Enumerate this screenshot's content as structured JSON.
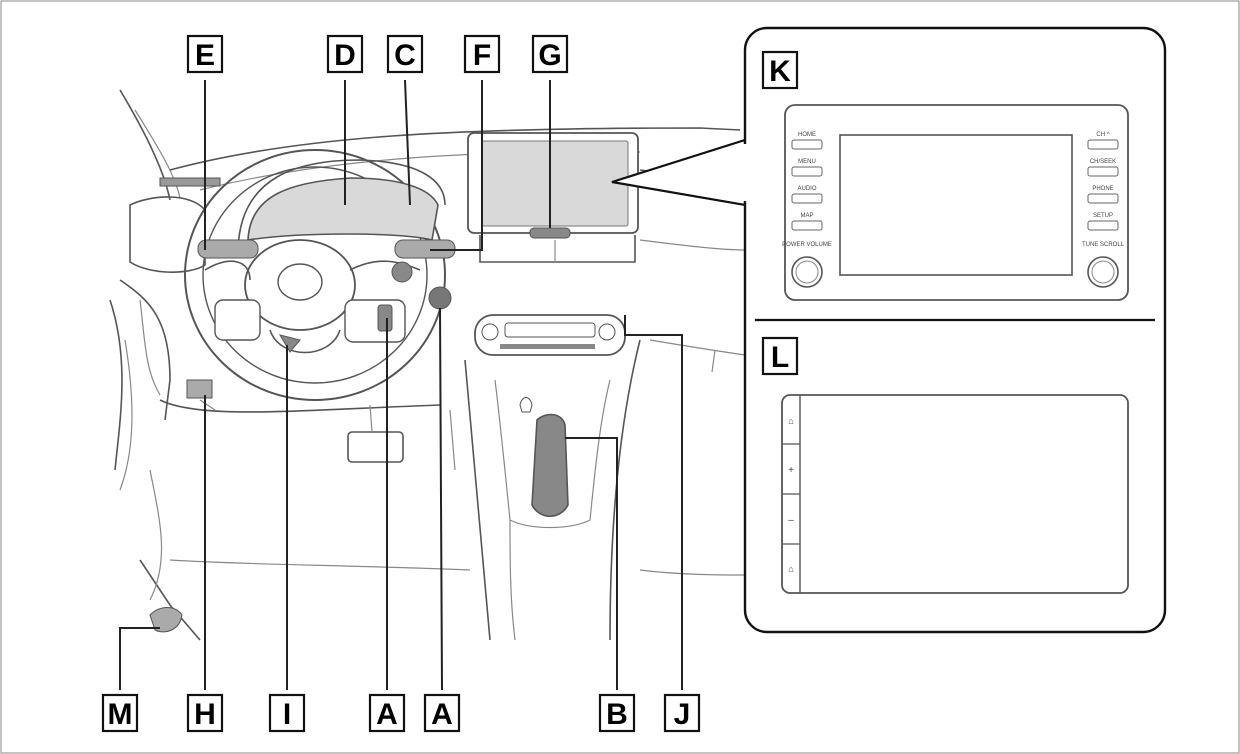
{
  "callouts": {
    "E": "E",
    "D": "D",
    "C": "C",
    "F": "F",
    "G": "G",
    "M": "M",
    "H": "H",
    "I": "I",
    "A1": "A",
    "A2": "A",
    "B": "B",
    "J": "J"
  },
  "panels": {
    "K": {
      "label": "K"
    },
    "L": {
      "label": "L"
    }
  },
  "k_unit": {
    "left_buttons": [
      "HOME",
      "MENU",
      "AUDIO",
      "MAP"
    ],
    "right_buttons": [
      "CH ^",
      "CH/SEEK",
      "PHONE",
      "SETUP"
    ],
    "left_knob_label": "POWER VOLUME",
    "right_knob_label": "TUNE SCROLL"
  },
  "l_unit": {
    "side_buttons": [
      "⌂",
      "+",
      "–",
      "⌂"
    ]
  },
  "colors": {
    "frame": "#111111",
    "line": "#555555",
    "screen": "#d9d9d9",
    "shade": "#aaaaaa"
  }
}
